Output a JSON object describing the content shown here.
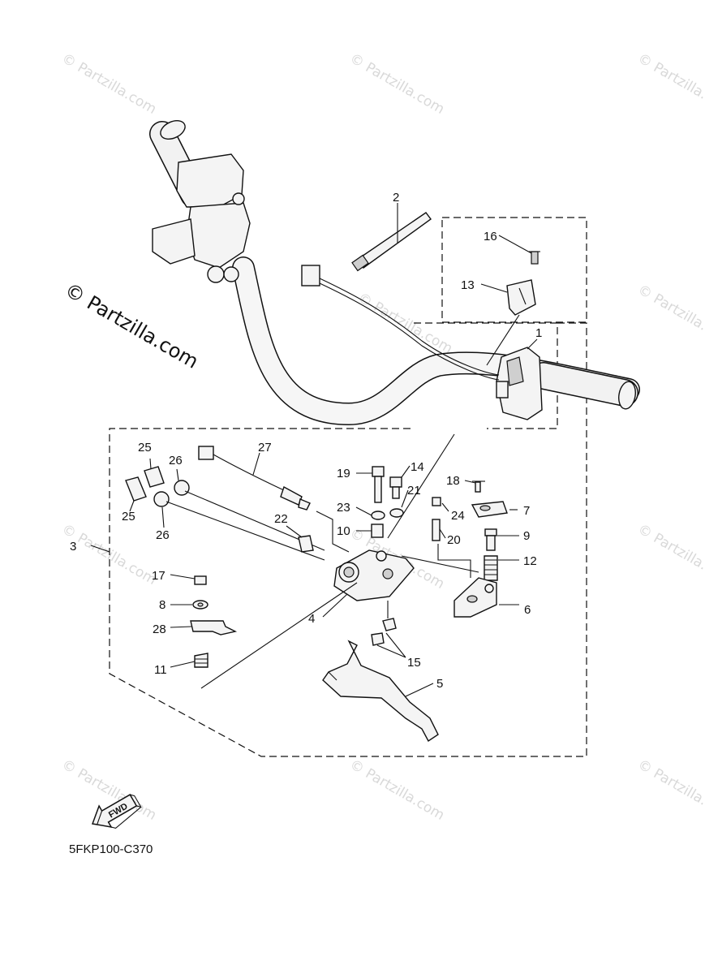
{
  "diagram": {
    "code": "5FKP100-C370",
    "fwd_label": "FWD",
    "watermarks": {
      "small": "© Partzilla.com",
      "large": "© Partzilla.com"
    },
    "callouts": {
      "n1": "1",
      "n2": "2",
      "n3": "3",
      "n4": "4",
      "n5": "5",
      "n6": "6",
      "n7": "7",
      "n8": "8",
      "n9": "9",
      "n10": "10",
      "n11": "11",
      "n12": "12",
      "n13": "13",
      "n14": "14",
      "n15": "15",
      "n16": "16",
      "n17": "17",
      "n18": "18",
      "n19": "19",
      "n20": "20",
      "n21": "21",
      "n22": "22",
      "n23": "23",
      "n24": "24",
      "n25a": "25",
      "n25b": "25",
      "n26a": "26",
      "n26b": "26",
      "n27": "27",
      "n28": "28"
    }
  }
}
